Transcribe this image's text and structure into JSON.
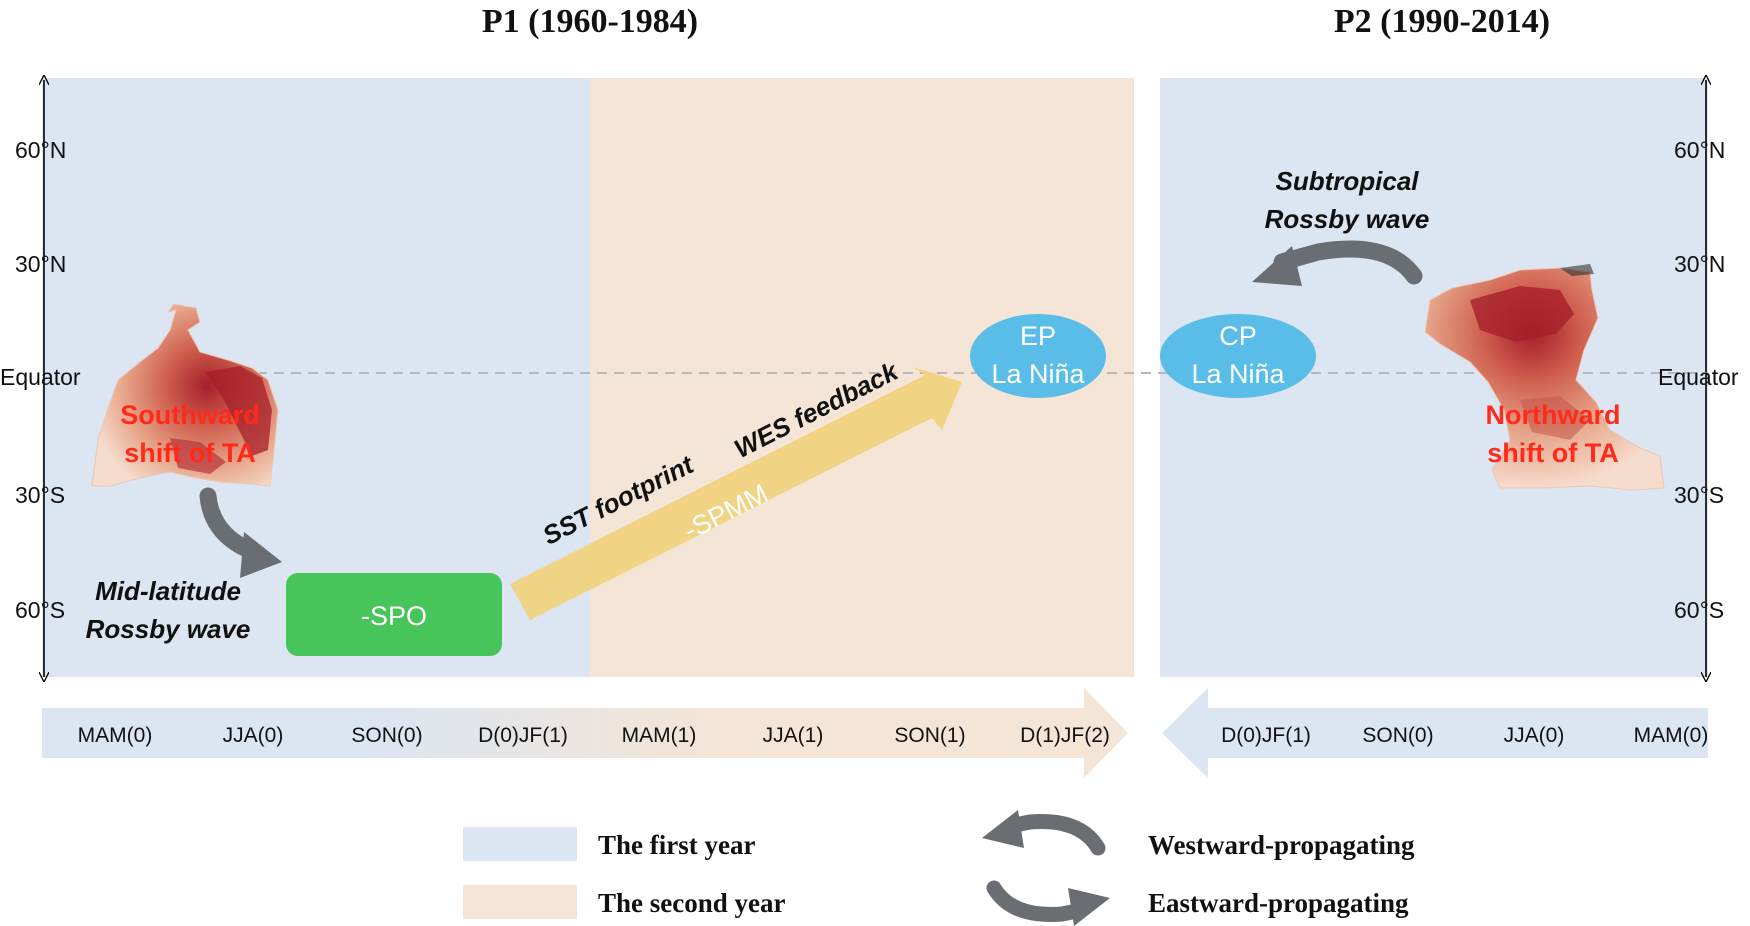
{
  "titles": {
    "p1": "P1 (1960-1984)",
    "p2": "P2 (1990-2014)"
  },
  "latitudes": {
    "n60": "60°N",
    "n30": "30°N",
    "equator": "Equator",
    "s30": "30°S",
    "s60": "60°S"
  },
  "maps": {
    "left_label": "Southward\nshift of TA",
    "right_label": "Northward\nshift of TA"
  },
  "labels": {
    "midlat_wave": "Mid-latitude\nRossby wave",
    "subtrop_wave": "Subtropical\nRossby wave",
    "spo": "-SPO",
    "spmm": "-SPMM",
    "sst_footprint": "SST footprint",
    "wes_feedback": "WES feedback",
    "ep_lanina": "EP\nLa Niña",
    "cp_lanina": "CP\nLa Niña"
  },
  "timeline": {
    "left": [
      "MAM(0)",
      "JJA(0)",
      "SON(0)",
      "D(0)JF(1)",
      "MAM(1)",
      "JJA(1)",
      "SON(1)",
      "D(1)JF(2)"
    ],
    "right": [
      "D(0)JF(1)",
      "SON(0)",
      "JJA(0)",
      "MAM(0)"
    ]
  },
  "legend": {
    "first_year": "The first year",
    "second_year": "The second year",
    "westward": "Westward-propagating",
    "eastward": "Eastward-propagating"
  },
  "colors": {
    "first_year": "#dce5f2",
    "second_year": "#f4e5d6",
    "spo_box": "#47c45a",
    "spmm_arrow": "#efd37e",
    "lanina": "#5abde8",
    "curved_arrow": "#6a6e72",
    "map_red": "#c8303a",
    "label_red": "#ff2a1a"
  }
}
